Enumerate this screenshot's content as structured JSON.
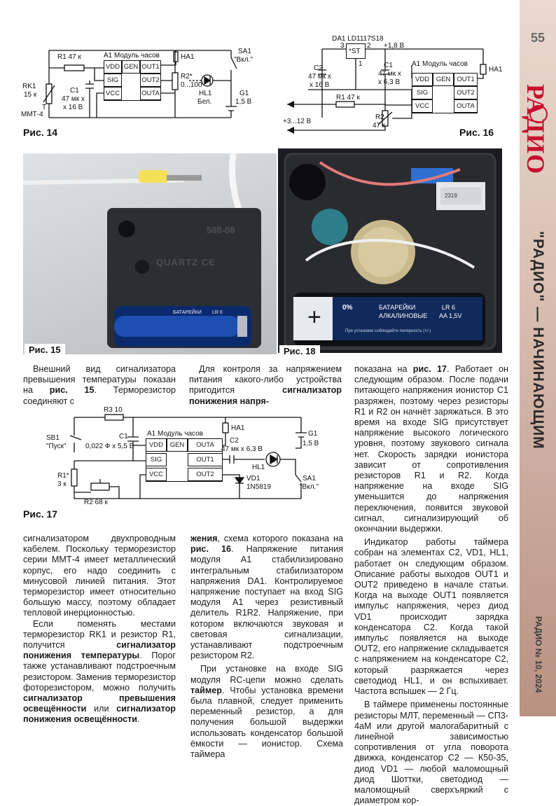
{
  "page_number": "55",
  "magazine_logo": "РАДИО",
  "section_title": "\"РАДИО\" — НАЧИНАЮЩИМ",
  "issue_label": "РАДИО № 10, 2024",
  "figures": {
    "fig14": {
      "caption": "Рис. 14",
      "r1": "R1 47 к",
      "module": "A1 Модуль часов",
      "ha1": "HA1",
      "sa1": "SA1",
      "sa1_state": "\"Вкл.\"",
      "rk1": "RK1",
      "rk1_val": "15 к",
      "rk1_t": "T",
      "rk1_type": "ММТ-4",
      "c1": "C1",
      "c1_val": "47 мк х",
      "c1_volt": "х 16 В",
      "r2": "R2*",
      "r2_val": "0...100",
      "hl1": "HL1",
      "hl1_color": "Бел.",
      "g1": "G1",
      "g1_val": "1,5 В",
      "pins": [
        "VDD",
        "GEN",
        "OUT1",
        "SIG",
        "OUT2",
        "VCC",
        "OUTA"
      ]
    },
    "fig16": {
      "caption": "Рис. 16",
      "da1": "DA1 LD1117S18",
      "pin3": "3",
      "pin2": "2",
      "pin1": "1",
      "st": "*ST",
      "voltage_out": "+1,8 В",
      "c2": "C2",
      "c2_val": "47 мк х",
      "c2_volt": "х 16 В",
      "c1": "C1",
      "c1_val": "47 мк х",
      "c1_volt": "х 6,3 В",
      "module": "A1 Модуль часов",
      "ha1": "HA1",
      "r1": "R1 47 к",
      "r2": "R2",
      "r2_val": "47 к",
      "vin": "+3...12 В",
      "pins": [
        "VDD",
        "GEN",
        "OUT1",
        "SIG",
        "OUT2",
        "VCC",
        "OUTA"
      ]
    },
    "fig17": {
      "caption": "Рис. 17",
      "r3": "R3 10",
      "sb1": "SB1",
      "sb1_state": "\"Пуск\"",
      "c1": "C1",
      "c1_val": "0,022 Ф х 5,5 В",
      "module": "A1 Модуль часов",
      "ha1": "HA1",
      "c2": "C2",
      "c2_val": "47 мк х 6,3 В",
      "g1": "G1",
      "g1_val": "1,5 В",
      "hl1": "HL1",
      "vd1": "VD1",
      "vd1_type": "1N5819",
      "sa1": "SA1",
      "sa1_state": "\"Вкл.\"",
      "r1": "R1*",
      "r1_val": "3 к",
      "r2": "R2 68 к",
      "pins": [
        "VDD",
        "GEN",
        "OUTA",
        "SIG",
        "OUT1",
        "VCC",
        "OUT2"
      ]
    },
    "fig15": {
      "caption": "Рис. 15",
      "stamp": "588-08",
      "brand": "QUARTZ CE",
      "battery_label": "БАТАРЕЙКИ",
      "battery_code": "LR 6"
    },
    "fig18": {
      "caption": "Рис. 18",
      "battery_brand": "0%",
      "battery_label": "БАТАРЕЙКИ",
      "battery_type": "АЛКАЛИНОВЫЕ",
      "battery_code": "LR 6",
      "battery_size": "AA 1,5V",
      "battery_note": "При установке соблюдайте полярность (+/-)",
      "chip_label": "2319"
    }
  },
  "text": {
    "c1_top": "Внешний вид сигнализатора превышения температуры показан на ",
    "c1_top_ref": "рис. 15",
    "c1_top_tail": ". Терморезистор соединяют с",
    "c2_top_a": "Для контроля за напряжением питания какого-либо устройства пригодится ",
    "c2_top_b": "сигнализатор понижения напря-",
    "c3_p1_a": "показана на ",
    "c3_p1_ref": "рис. 17",
    "c3_p1_b": ". Работает он следующим образом. После подачи питающего напряжения ионистор C1 разряжен, поэтому через резисторы R1 и R2 он начнёт заряжаться. В это время на входе SIG присутствует напряжение высокого логического уровня, поэтому звукового сигнала нет. Скорость зарядки ионистора зависит от сопротивления резисторов R1 и R2. Когда напряжение на входе SIG уменьшится до напряжения переключения, появится звуковой сигнал, сигнализирующий об окончании выдержки.",
    "c3_p2": "Индикатор работы таймера собран на элементах C2, VD1, HL1, работает он следующим образом. Описание работы выходов OUT1 и OUT2 приведено в начале статьи. Когда на выходе OUT1 появляется импульс напряжения, через диод VD1 происходит зарядка конденсатора C2. Когда такой импульс появляется на выходе OUT2, его напряжение складывается с напряжением на конденсаторе C2, который разряжается через светодиод HL1, и он вспыхивает. Частота вспышек — 2 Гц.",
    "c3_p3": "В таймере применены постоянные резисторы МЛТ, переменный — СП3-4аМ или другой малогабаритный с линейной зависимостью сопротивления от угла поворота движка, конденсатор C2 — К50-35, диод VD1 — любой маломощный диод Шоттки, светодиод — маломощный сверхъяркий с диаметром кор-",
    "c1_p1": "сигнализатором двухпроводным кабелем. Поскольку терморезистор серии ММТ-4 имеет металлический корпус, его надо соединить с минусовой линией питания. Этот терморезистор имеет относительно большую массу, поэтому обладает тепловой инерционностью.",
    "c1_p2_a": "Если поменять местами терморезистор RK1 и резистор R1, получится ",
    "c1_p2_b": "сигнализатор понижения температуры",
    "c1_p2_c": ". Порог также устанавливают подстроечным резистором. Заменив терморезистор фоторезистором, можно получить ",
    "c1_p2_d": "сигнализатор превышения освещённости",
    "c1_p2_e": " или ",
    "c1_p2_f": "сигнализатор понижения освещённости",
    "c1_p2_g": ".",
    "c2_p1_a": "жения",
    "c2_p1_b": ", схема которого показана на ",
    "c2_p1_ref": "рис. 16",
    "c2_p1_c": ". Напряжение питания модуля A1 стабилизировано интегральным стабилизатором напряжения DA1. Контролируемое напряжение поступает на вход SIG модуля A1 через резистивный делитель R1R2. Напряжение, при котором включаются звуковая и световая сигнализации, устанавливают подстроечным резистором R2.",
    "c2_p2_a": "При установке на входе SIG модуля RC-цепи можно сделать ",
    "c2_p2_b": "таймер",
    "c2_p2_c": ". Чтобы установка времени была плавной, следует применить переменный резистор, а для получения большой выдержки использовать конденсатор большой ёмкости — ионистор. Схема таймера"
  }
}
